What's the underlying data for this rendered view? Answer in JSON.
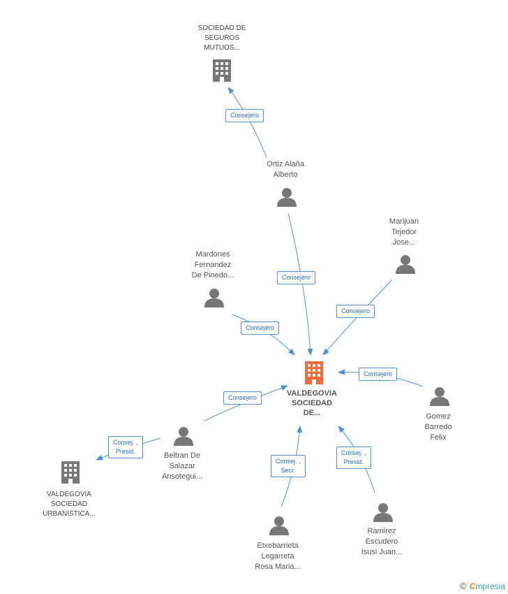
{
  "nodes": {
    "center": {
      "lines": [
        "VALDEGOVIA",
        "SOCIEDAD",
        "DE..."
      ]
    },
    "seguros": {
      "lines": [
        "SOCIEDAD DE",
        "SEGUROS",
        "MUTUOS..."
      ]
    },
    "urbanistica": {
      "lines": [
        "VALDEGOVIA",
        "SOCIEDAD",
        "URBANISTICA..."
      ]
    },
    "ortiz": {
      "lines": [
        "Ortiz Alaña",
        "Alberto"
      ]
    },
    "marijuan": {
      "lines": [
        "Marijuan",
        "Tejedor",
        "Jose..."
      ]
    },
    "mardones": {
      "lines": [
        "Mardones",
        "Fernandez",
        "De Pinedo..."
      ]
    },
    "gomez": {
      "lines": [
        "Gomez",
        "Barredo",
        "Felix"
      ]
    },
    "beltran": {
      "lines": [
        "Beltran De",
        "Salazar",
        "Ansotegui..."
      ]
    },
    "etxebarrieta": {
      "lines": [
        "Etxebarrieta",
        "Legarreta",
        "Rosa Maria..."
      ]
    },
    "ramirez": {
      "lines": [
        "Ramirez",
        "Escudero",
        "Isusi Juan..."
      ]
    }
  },
  "edges": {
    "ortiz_seguros": {
      "lines": [
        "Consejero"
      ]
    },
    "ortiz_center": {
      "lines": [
        "Consejero"
      ]
    },
    "marijuan_center": {
      "lines": [
        "Consejero"
      ]
    },
    "mardones_center": {
      "lines": [
        "Consejero"
      ]
    },
    "gomez_center": {
      "lines": [
        "Consejero"
      ]
    },
    "beltran_center": {
      "lines": [
        "Consejero"
      ]
    },
    "beltran_urbanistica": {
      "lines": [
        "Consej. ,",
        "Presid."
      ]
    },
    "etxebarrieta_center": {
      "lines": [
        "Consej. ,",
        "Secr."
      ]
    },
    "ramirez_center": {
      "lines": [
        "Consej. ,",
        "Presid."
      ]
    }
  },
  "watermark": {
    "copyright": "©",
    "brand_first": "C",
    "brand_rest": "mpresia"
  },
  "colors": {
    "edge": "#4a90d9",
    "person": "#777777",
    "company": "#777777",
    "center": "#f26b3a"
  }
}
